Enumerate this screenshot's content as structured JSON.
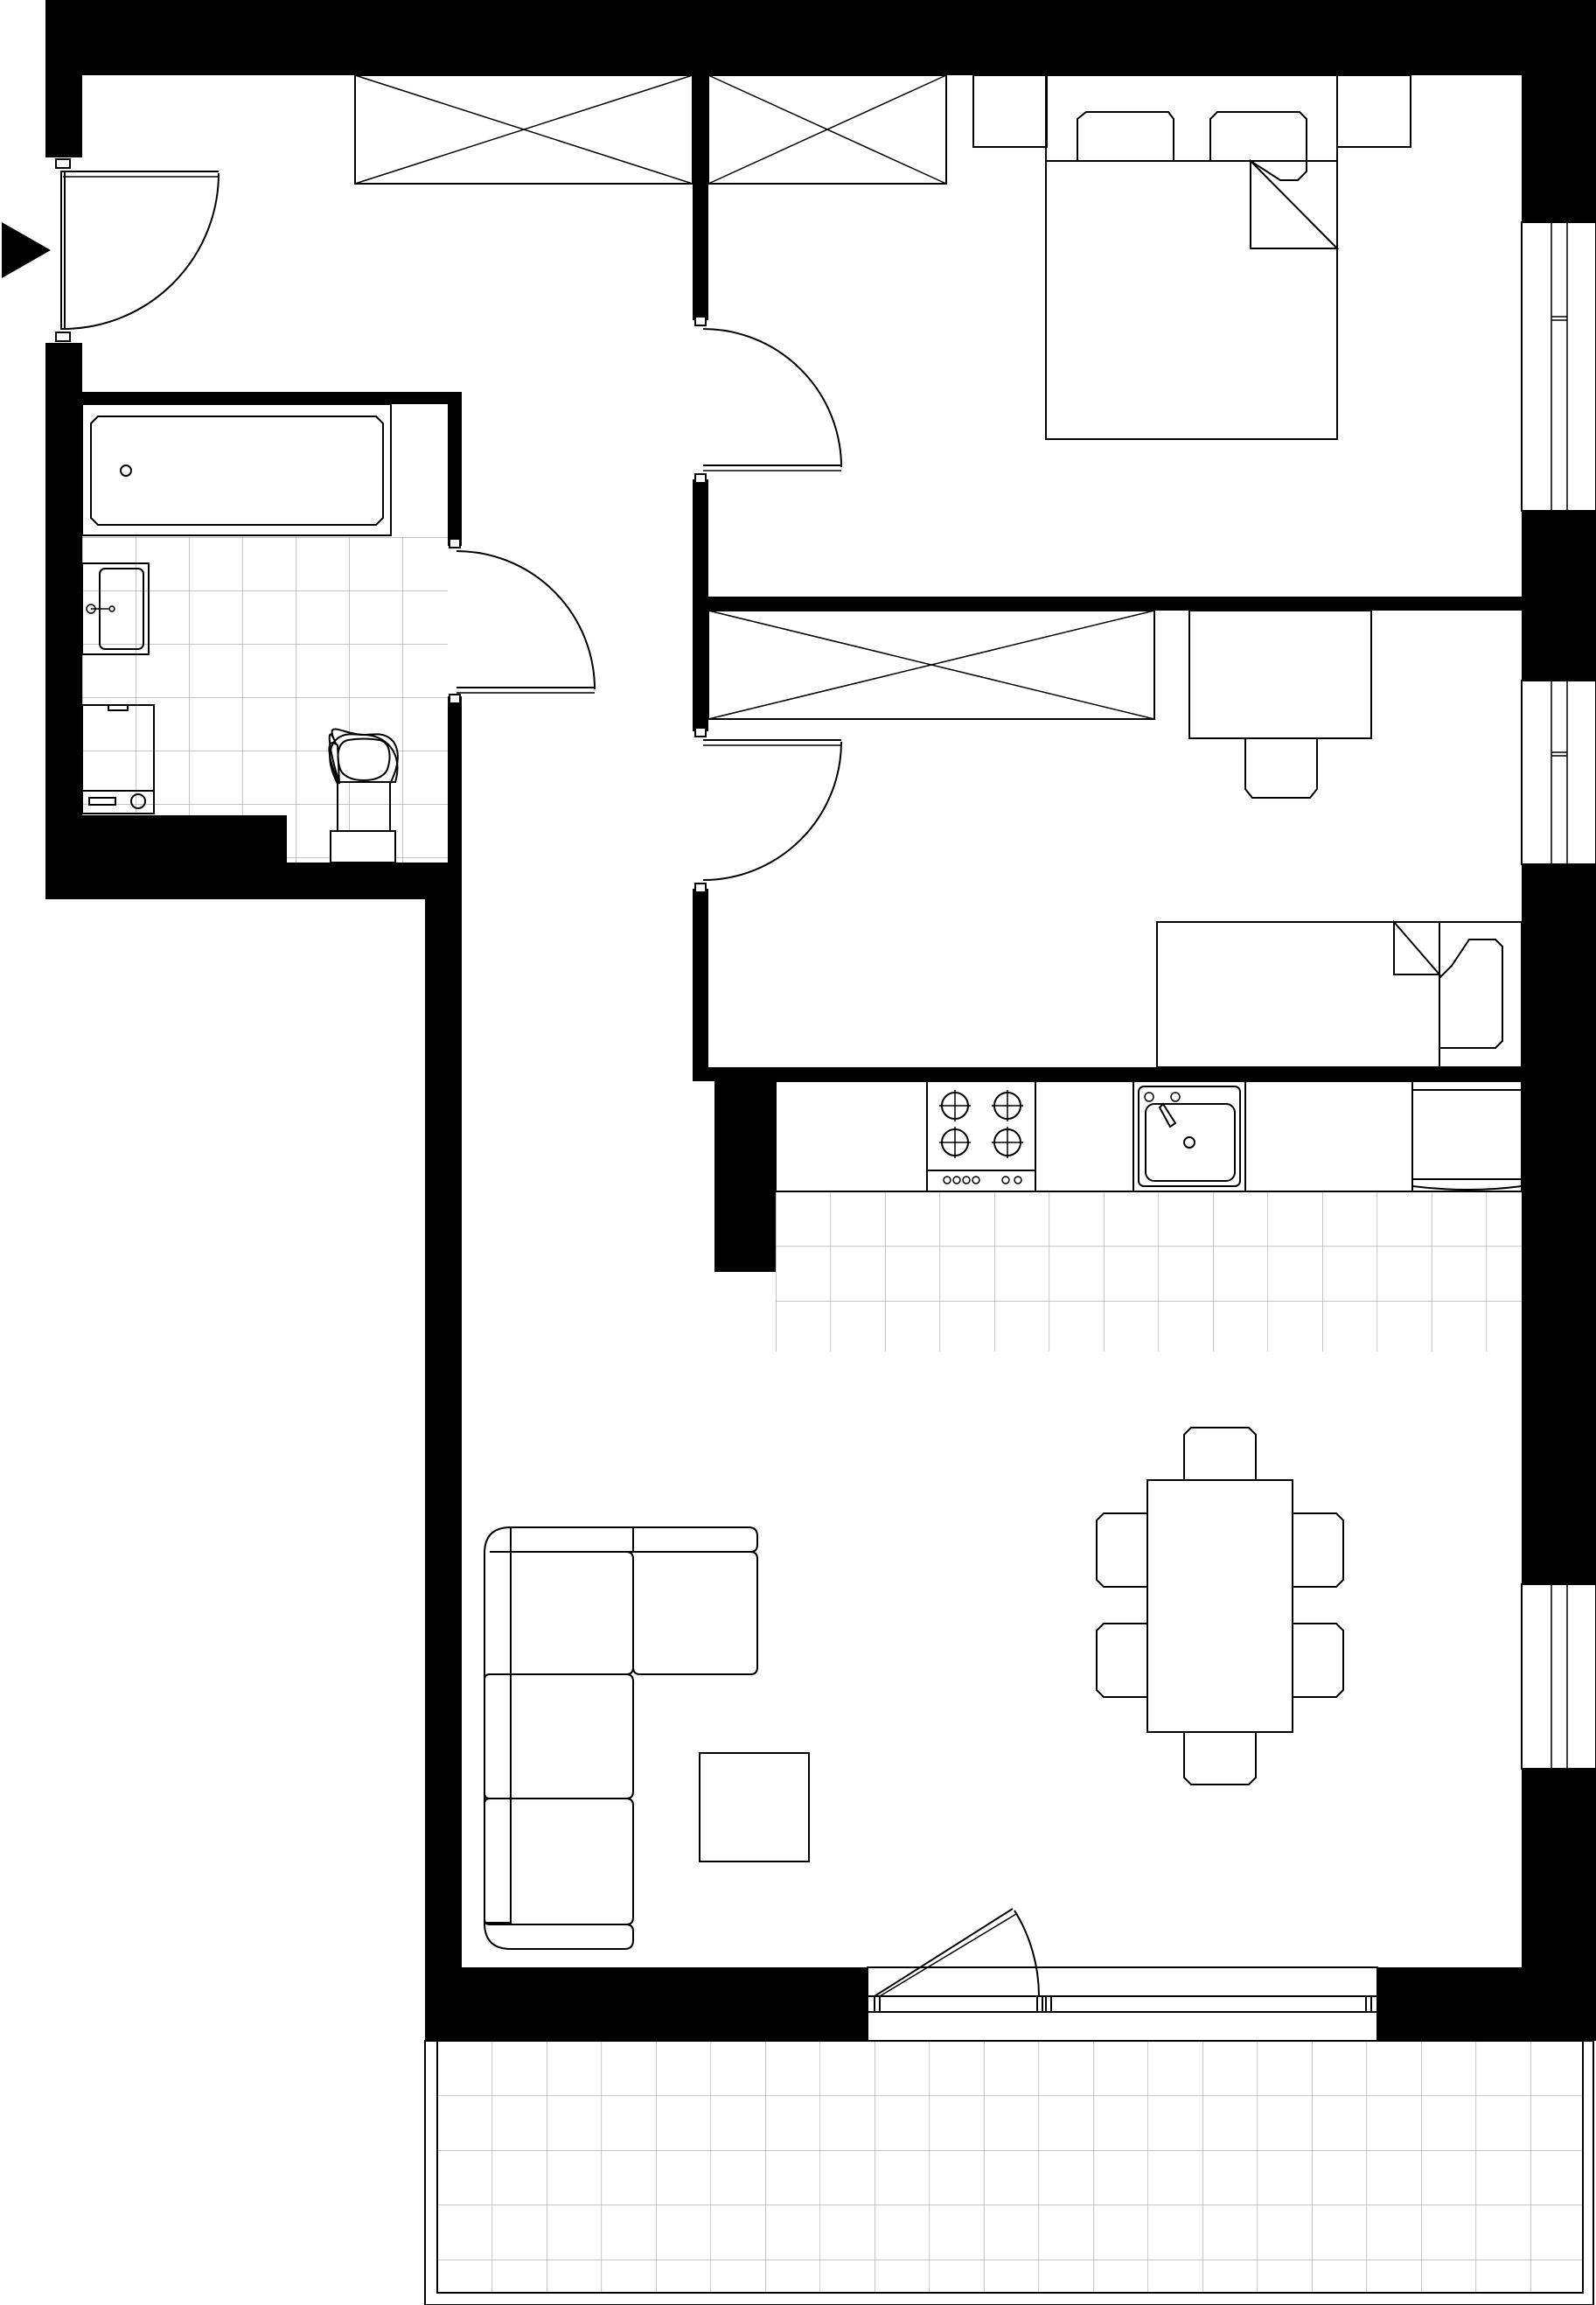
{
  "plan": {
    "type": "apartment-floor-plan",
    "style": "black-and-white line drawing",
    "colors": {
      "walls": "#000000",
      "background": "#ffffff",
      "tile_lines": "#a0a0a0"
    },
    "entrance_marker": "triangle-arrow",
    "rooms": [
      {
        "id": "hall",
        "kind": "entrance-hallway",
        "contents": [
          "entrance-door",
          "wardrobe",
          "wardrobe"
        ]
      },
      {
        "id": "bathroom",
        "kind": "bathroom",
        "contents": [
          "bathtub",
          "washbasin",
          "washing-machine",
          "toilet",
          "tiled-floor"
        ]
      },
      {
        "id": "bedroom",
        "kind": "bedroom",
        "contents": [
          "double-bed",
          "pillow",
          "pillow",
          "nightstand",
          "nightstand",
          "window"
        ]
      },
      {
        "id": "second-room",
        "kind": "room",
        "contents": [
          "wardrobe",
          "desk",
          "chair",
          "single-bed",
          "pillow",
          "window"
        ]
      },
      {
        "id": "living",
        "kind": "living-room-with-kitchenette",
        "contents": [
          "kitchen-counter",
          "cooktop",
          "kitchen-sink",
          "fridge",
          "tiled-floor",
          "dining-table",
          "chair",
          "chair",
          "chair",
          "chair",
          "chair",
          "chair",
          "corner-sofa",
          "coffee-table",
          "window",
          "balcony-door"
        ]
      },
      {
        "id": "balcony",
        "kind": "balcony",
        "contents": [
          "tiled-floor",
          "railing"
        ]
      }
    ]
  }
}
